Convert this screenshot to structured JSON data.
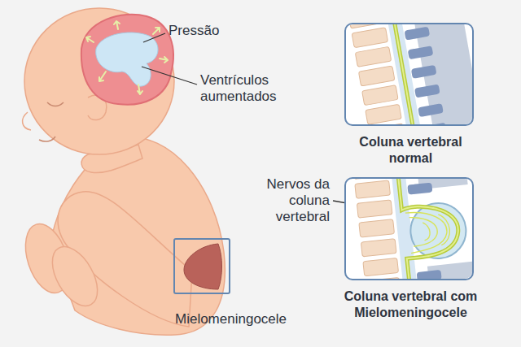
{
  "diagram": {
    "nodes": [
      {
        "text": [
          "Coluna vertebral normal"
        ]
      },
      {
        "text": [
          "Coluna vertebral com Mielomeningocele"
        ]
      },
      {
        "text": [
          "Mielomeningocele"
        ]
      }
    ],
    "labels": [
      "Pressão",
      "Ventrículos aumentados",
      "Nervos da coluna vertebral"
    ]
  }
}
